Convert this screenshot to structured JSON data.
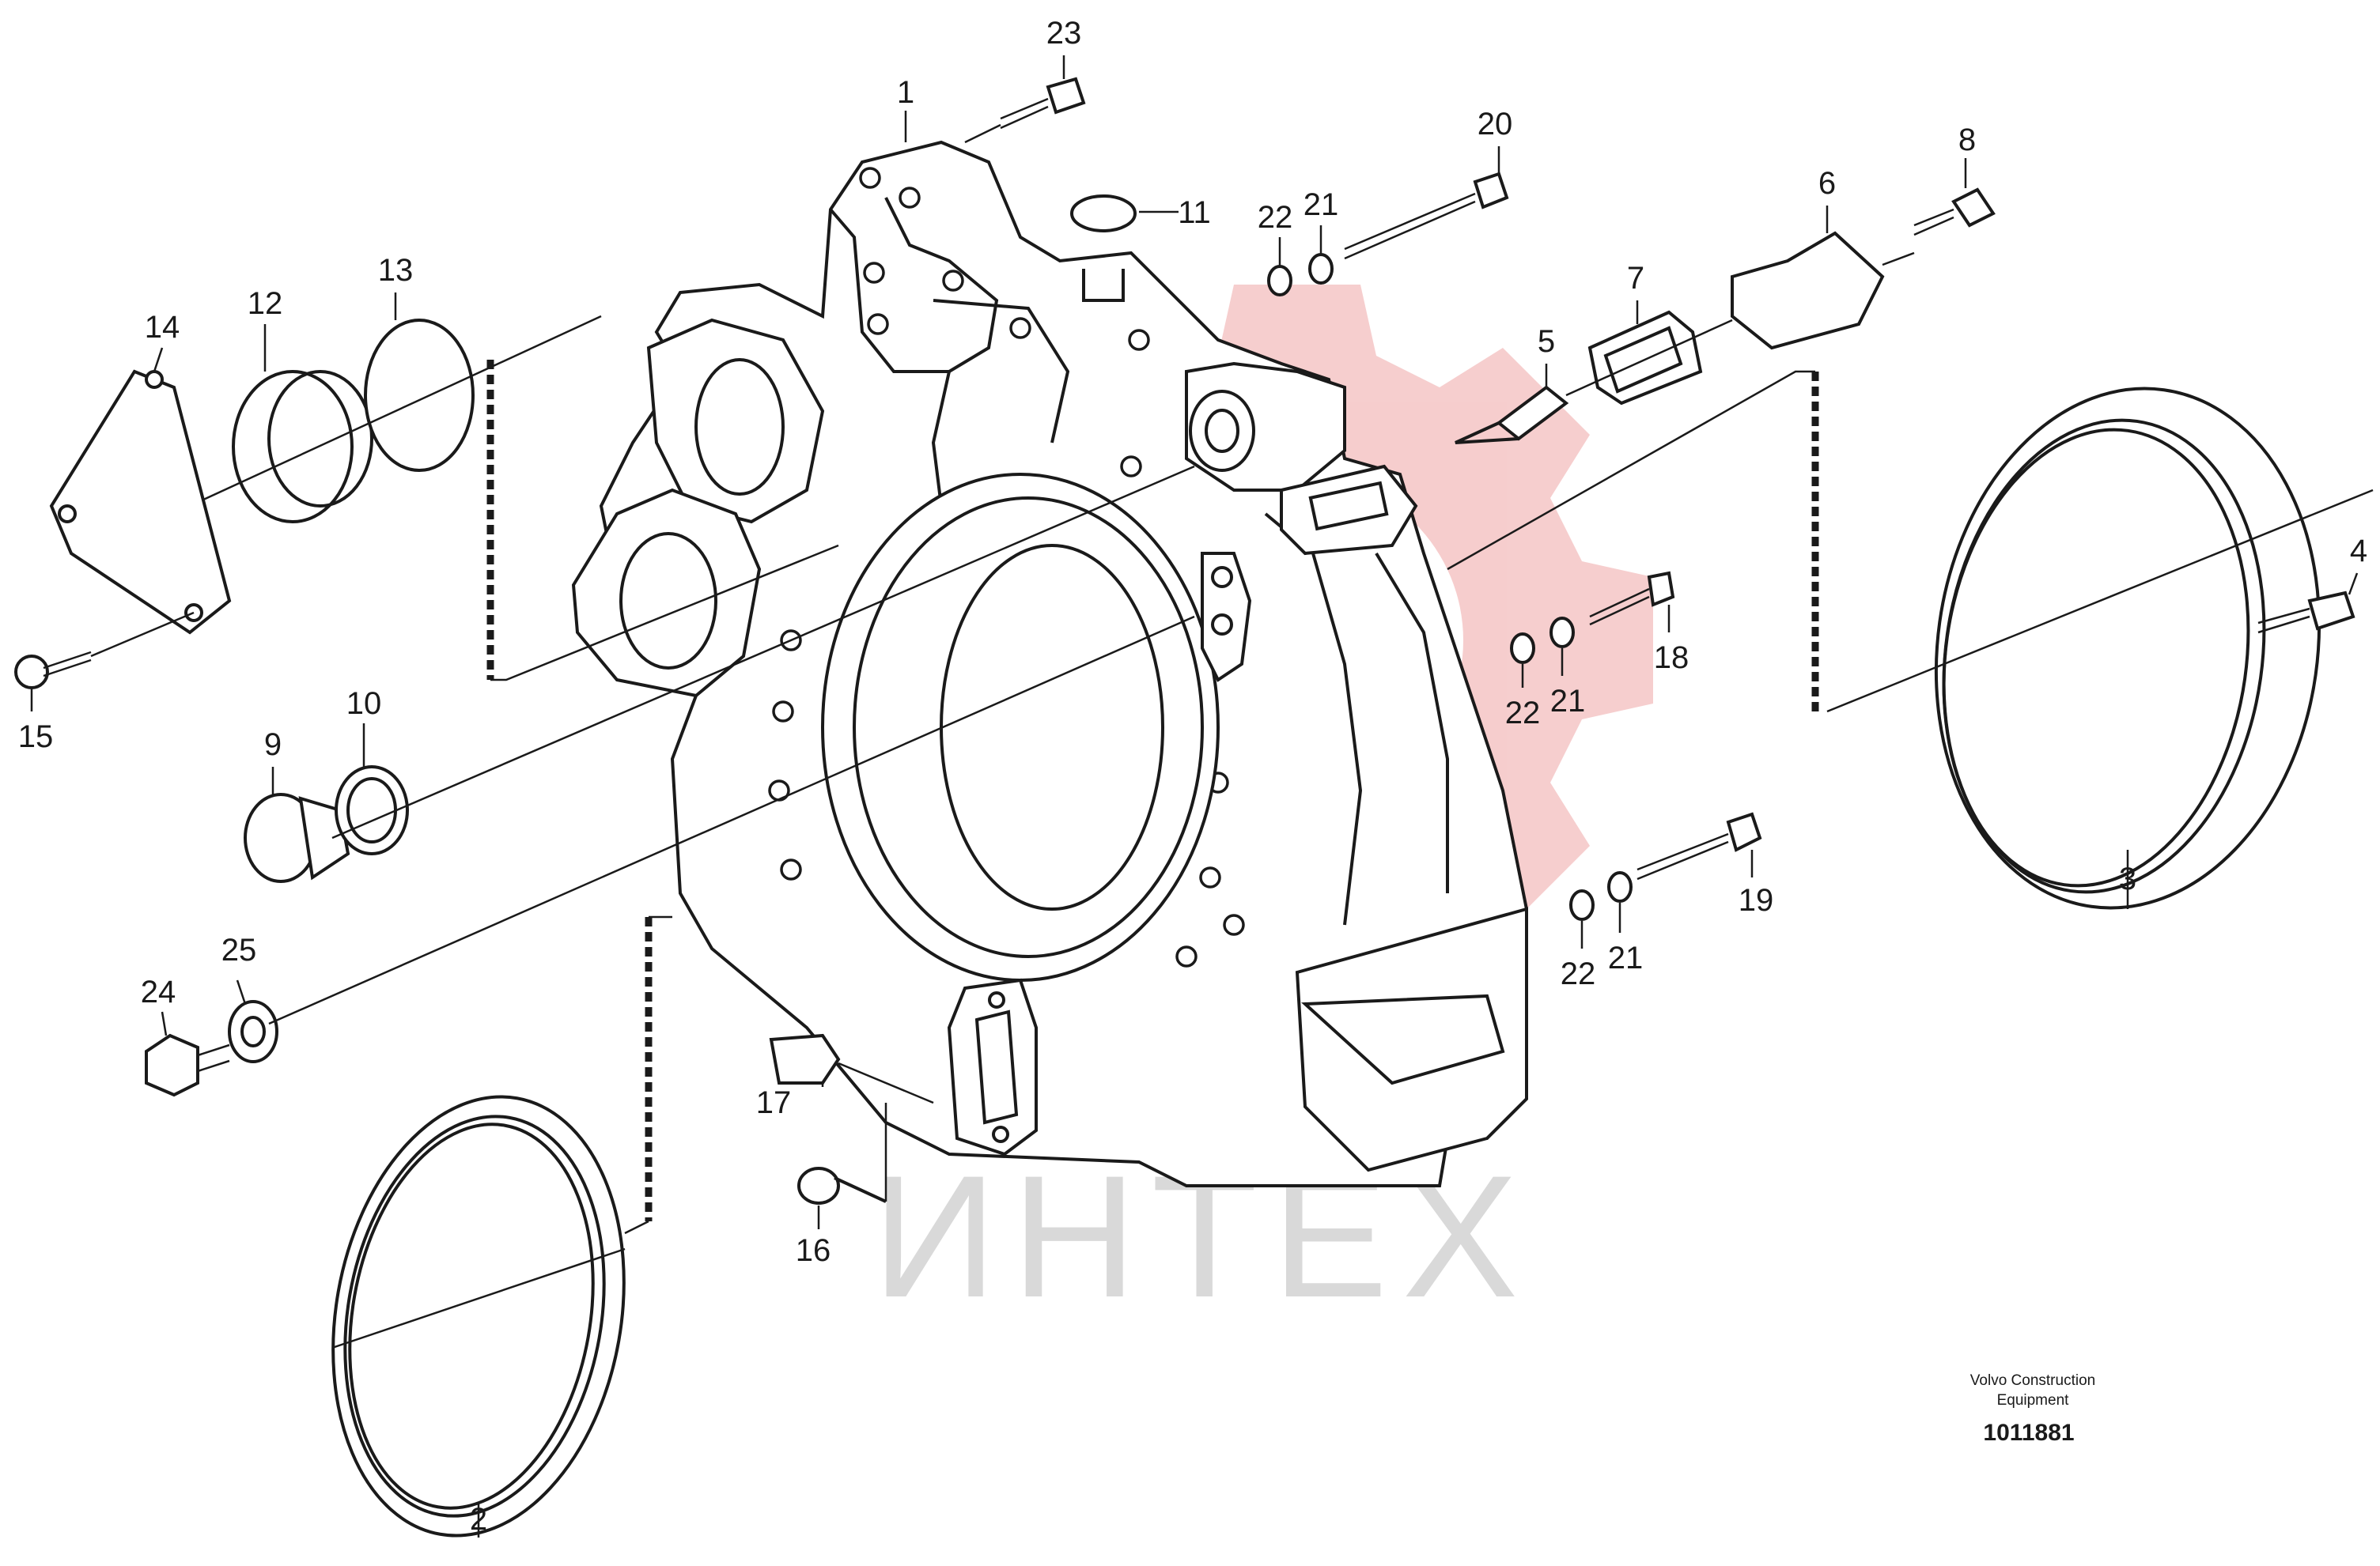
{
  "diagram": {
    "watermark": {
      "text": "ИНТЕХ",
      "logo_color": "#e05050"
    },
    "callouts": [
      {
        "id": "c1",
        "label": "1"
      },
      {
        "id": "c2",
        "label": "2"
      },
      {
        "id": "c3",
        "label": "3"
      },
      {
        "id": "c4",
        "label": "4"
      },
      {
        "id": "c5",
        "label": "5"
      },
      {
        "id": "c6",
        "label": "6"
      },
      {
        "id": "c7",
        "label": "7"
      },
      {
        "id": "c8",
        "label": "8"
      },
      {
        "id": "c9",
        "label": "9"
      },
      {
        "id": "c10",
        "label": "10"
      },
      {
        "id": "c11",
        "label": "11"
      },
      {
        "id": "c12",
        "label": "12"
      },
      {
        "id": "c13",
        "label": "13"
      },
      {
        "id": "c14",
        "label": "14"
      },
      {
        "id": "c15",
        "label": "15"
      },
      {
        "id": "c16",
        "label": "16"
      },
      {
        "id": "c17",
        "label": "17"
      },
      {
        "id": "c18",
        "label": "18"
      },
      {
        "id": "c19",
        "label": "19"
      },
      {
        "id": "c20",
        "label": "20"
      },
      {
        "id": "c21a",
        "label": "21"
      },
      {
        "id": "c21b",
        "label": "21"
      },
      {
        "id": "c21c",
        "label": "21"
      },
      {
        "id": "c22a",
        "label": "22"
      },
      {
        "id": "c22b",
        "label": "22"
      },
      {
        "id": "c22c",
        "label": "22"
      },
      {
        "id": "c23",
        "label": "23"
      },
      {
        "id": "c24",
        "label": "24"
      },
      {
        "id": "c25",
        "label": "25"
      }
    ],
    "credit": {
      "line1": "Volvo Construction",
      "line2": "Equipment",
      "doc_number": "1011881"
    }
  }
}
